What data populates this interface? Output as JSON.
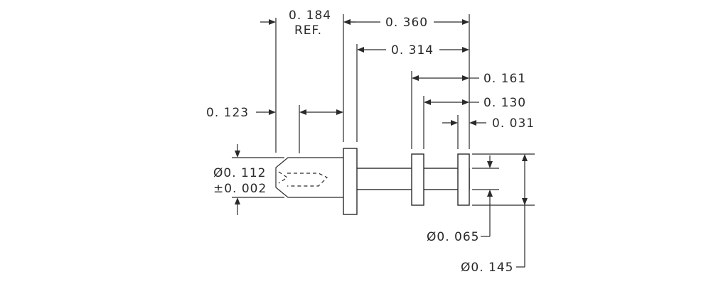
{
  "dimensions": {
    "d_0184": "0. 184",
    "d_ref": "REF.",
    "d_0360": "0. 360",
    "d_0314": "0. 314",
    "d_0161": "0. 161",
    "d_0130": "0. 130",
    "d_0031": "0. 031",
    "d_0123": "0. 123",
    "dia_0112": "Ø0. 112",
    "tol_0002": "±0. 002",
    "dia_0065": "Ø0. 065",
    "dia_0145": "Ø0. 145"
  }
}
